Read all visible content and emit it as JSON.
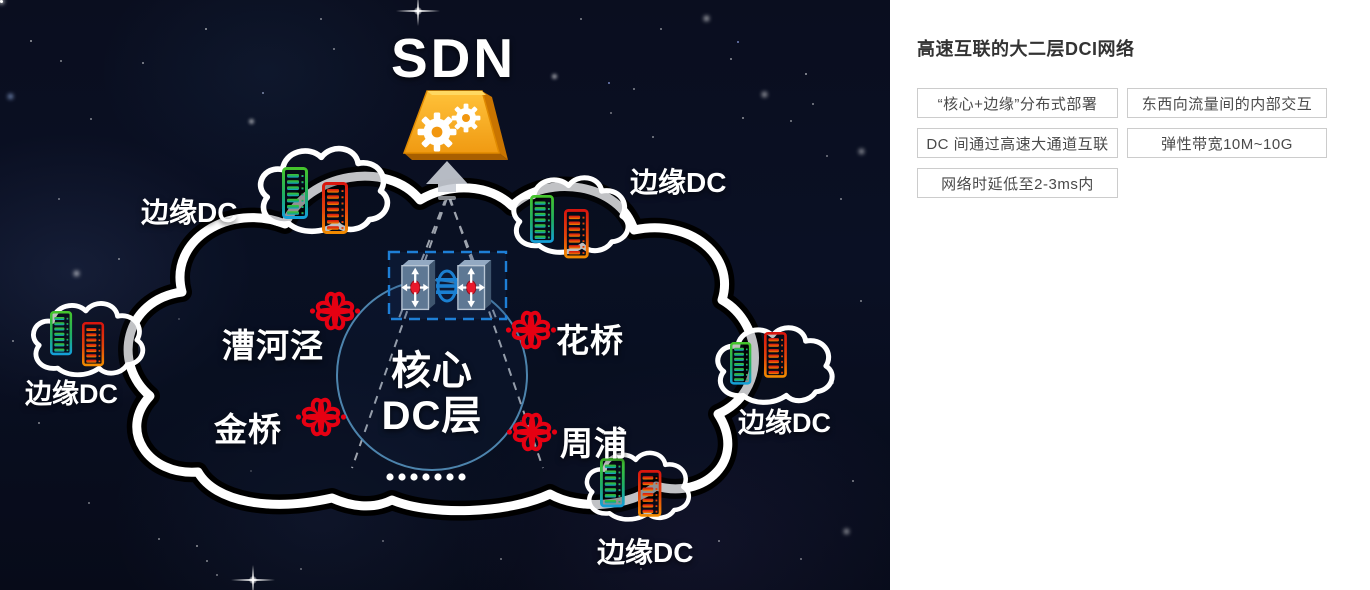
{
  "diagram": {
    "sdn_label": "SDN",
    "core": {
      "line1": "核心",
      "line2": "DC层"
    },
    "nodes": [
      {
        "label": "漕河泾"
      },
      {
        "label": "花桥"
      },
      {
        "label": "金桥"
      },
      {
        "label": "周浦"
      }
    ],
    "edge_dc_label": "边缘DC"
  },
  "panel": {
    "title": "高速互联的大二层DCI网络",
    "features": [
      "“核心+边缘”分布式部署",
      "东西向流量间的内部交互",
      "DC 间通过高速大通道互联",
      "弹性带宽10M~10G",
      "网络时延低至2-3ms内"
    ]
  },
  "colors": {
    "unicom_red": "#e60012",
    "sdn_orange": "#f6a41d",
    "dashed_blue": "#1e7fd6",
    "circle_blue": "#4d84ad",
    "background_navy": "#0a1024"
  }
}
